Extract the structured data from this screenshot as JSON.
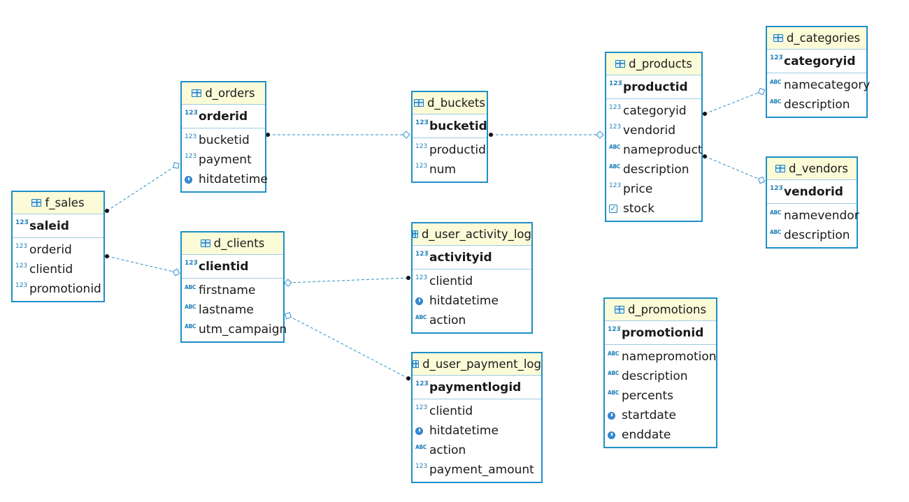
{
  "diagram": {
    "tables": [
      {
        "key": "f_sales",
        "name": "f_sales",
        "pk": {
          "name": "saleid",
          "type": "key"
        },
        "columns": [
          {
            "name": "orderid",
            "type": "num"
          },
          {
            "name": "clientid",
            "type": "num"
          },
          {
            "name": "promotionid",
            "type": "num"
          }
        ]
      },
      {
        "key": "d_orders",
        "name": "d_orders",
        "pk": {
          "name": "orderid",
          "type": "key"
        },
        "columns": [
          {
            "name": "bucketid",
            "type": "num"
          },
          {
            "name": "payment",
            "type": "num"
          },
          {
            "name": "hitdatetime",
            "type": "time"
          }
        ]
      },
      {
        "key": "d_clients",
        "name": "d_clients",
        "pk": {
          "name": "clientid",
          "type": "key"
        },
        "columns": [
          {
            "name": "firstname",
            "type": "text"
          },
          {
            "name": "lastname",
            "type": "text"
          },
          {
            "name": "utm_campaign",
            "type": "text"
          }
        ]
      },
      {
        "key": "d_buckets",
        "name": "d_buckets",
        "pk": {
          "name": "bucketid",
          "type": "key"
        },
        "columns": [
          {
            "name": "productid",
            "type": "num"
          },
          {
            "name": "num",
            "type": "num"
          }
        ]
      },
      {
        "key": "d_user_activity_log",
        "name": "d_user_activity_log",
        "pk": {
          "name": "activityid",
          "type": "key"
        },
        "columns": [
          {
            "name": "clientid",
            "type": "num"
          },
          {
            "name": "hitdatetime",
            "type": "time"
          },
          {
            "name": "action",
            "type": "text"
          }
        ]
      },
      {
        "key": "d_user_payment_log",
        "name": "d_user_payment_log",
        "pk": {
          "name": "paymentlogid",
          "type": "key"
        },
        "columns": [
          {
            "name": "clientid",
            "type": "num"
          },
          {
            "name": "hitdatetime",
            "type": "time"
          },
          {
            "name": "action",
            "type": "text"
          },
          {
            "name": "payment_amount",
            "type": "num"
          }
        ]
      },
      {
        "key": "d_products",
        "name": "d_products",
        "pk": {
          "name": "productid",
          "type": "key"
        },
        "columns": [
          {
            "name": "categoryid",
            "type": "num"
          },
          {
            "name": "vendorid",
            "type": "num"
          },
          {
            "name": "nameproduct",
            "type": "text"
          },
          {
            "name": "description",
            "type": "text"
          },
          {
            "name": "price",
            "type": "num"
          },
          {
            "name": "stock",
            "type": "bool"
          }
        ]
      },
      {
        "key": "d_categories",
        "name": "d_categories",
        "pk": {
          "name": "categoryid",
          "type": "key"
        },
        "columns": [
          {
            "name": "namecategory",
            "type": "text"
          },
          {
            "name": "description",
            "type": "text"
          }
        ]
      },
      {
        "key": "d_vendors",
        "name": "d_vendors",
        "pk": {
          "name": "vendorid",
          "type": "key"
        },
        "columns": [
          {
            "name": "namevendor",
            "type": "text"
          },
          {
            "name": "description",
            "type": "text"
          }
        ]
      },
      {
        "key": "d_promotions",
        "name": "d_promotions",
        "pk": {
          "name": "promotionid",
          "type": "key"
        },
        "columns": [
          {
            "name": "namepromotion",
            "type": "text"
          },
          {
            "name": "description",
            "type": "text"
          },
          {
            "name": "percents",
            "type": "text"
          },
          {
            "name": "startdate",
            "type": "time"
          },
          {
            "name": "enddate",
            "type": "time"
          }
        ]
      }
    ],
    "relationships": [
      {
        "from": "f_sales",
        "to": "d_orders"
      },
      {
        "from": "f_sales",
        "to": "d_clients"
      },
      {
        "from": "d_orders",
        "to": "d_buckets"
      },
      {
        "from": "d_buckets",
        "to": "d_products"
      },
      {
        "from": "d_products",
        "to": "d_categories"
      },
      {
        "from": "d_products",
        "to": "d_vendors"
      },
      {
        "from": "d_user_activity_log",
        "to": "d_clients"
      },
      {
        "from": "d_user_payment_log",
        "to": "d_clients"
      }
    ],
    "colors": {
      "border": "#1e8fc6",
      "header": "#fbfbd8",
      "connector": "#2a8fc6"
    }
  }
}
